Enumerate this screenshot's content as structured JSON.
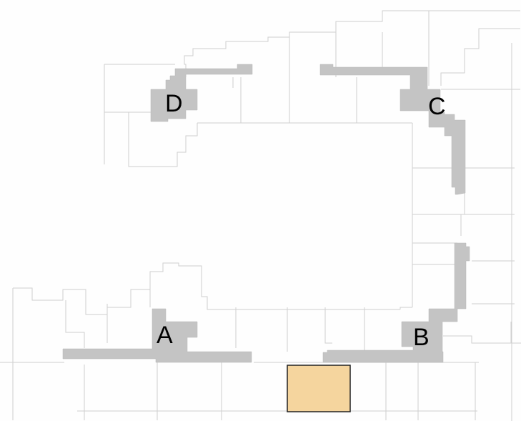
{
  "map": {
    "labels": {
      "a": "A",
      "b": "B",
      "c": "C",
      "d": "D"
    },
    "colors": {
      "zone": "#c4c4c4",
      "site": "#f5d59e",
      "parcel_line": "#cfcfcf"
    }
  }
}
